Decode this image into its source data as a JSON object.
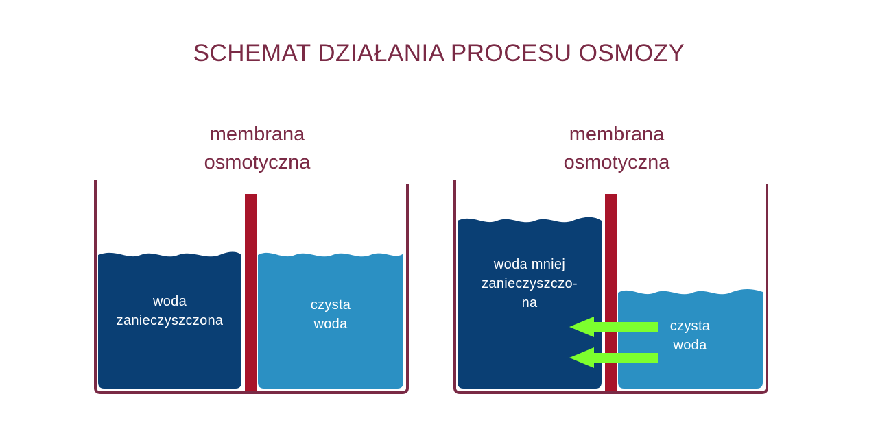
{
  "title": "SCHEMAT DZIAŁANIA PROCESU OSMOZY",
  "left": {
    "membrane_label": [
      "membrana",
      "osmotyczna"
    ],
    "contaminated_label": [
      "woda",
      "zanieczyszczona"
    ],
    "clean_label": [
      "czysta",
      "woda"
    ]
  },
  "right": {
    "membrane_label": [
      "membrana",
      "osmotyczna"
    ],
    "contaminated_label": [
      "woda mniej",
      "zanieczyszczo-",
      "na"
    ],
    "clean_label": [
      "czysta",
      "woda"
    ]
  },
  "colors": {
    "text": "#7a2a45",
    "container": "#7a2a45",
    "membrane": "#a8142a",
    "contaminated_water": "#0a3f74",
    "clean_water": "#2b90c3",
    "arrow": "#7dff2e"
  }
}
